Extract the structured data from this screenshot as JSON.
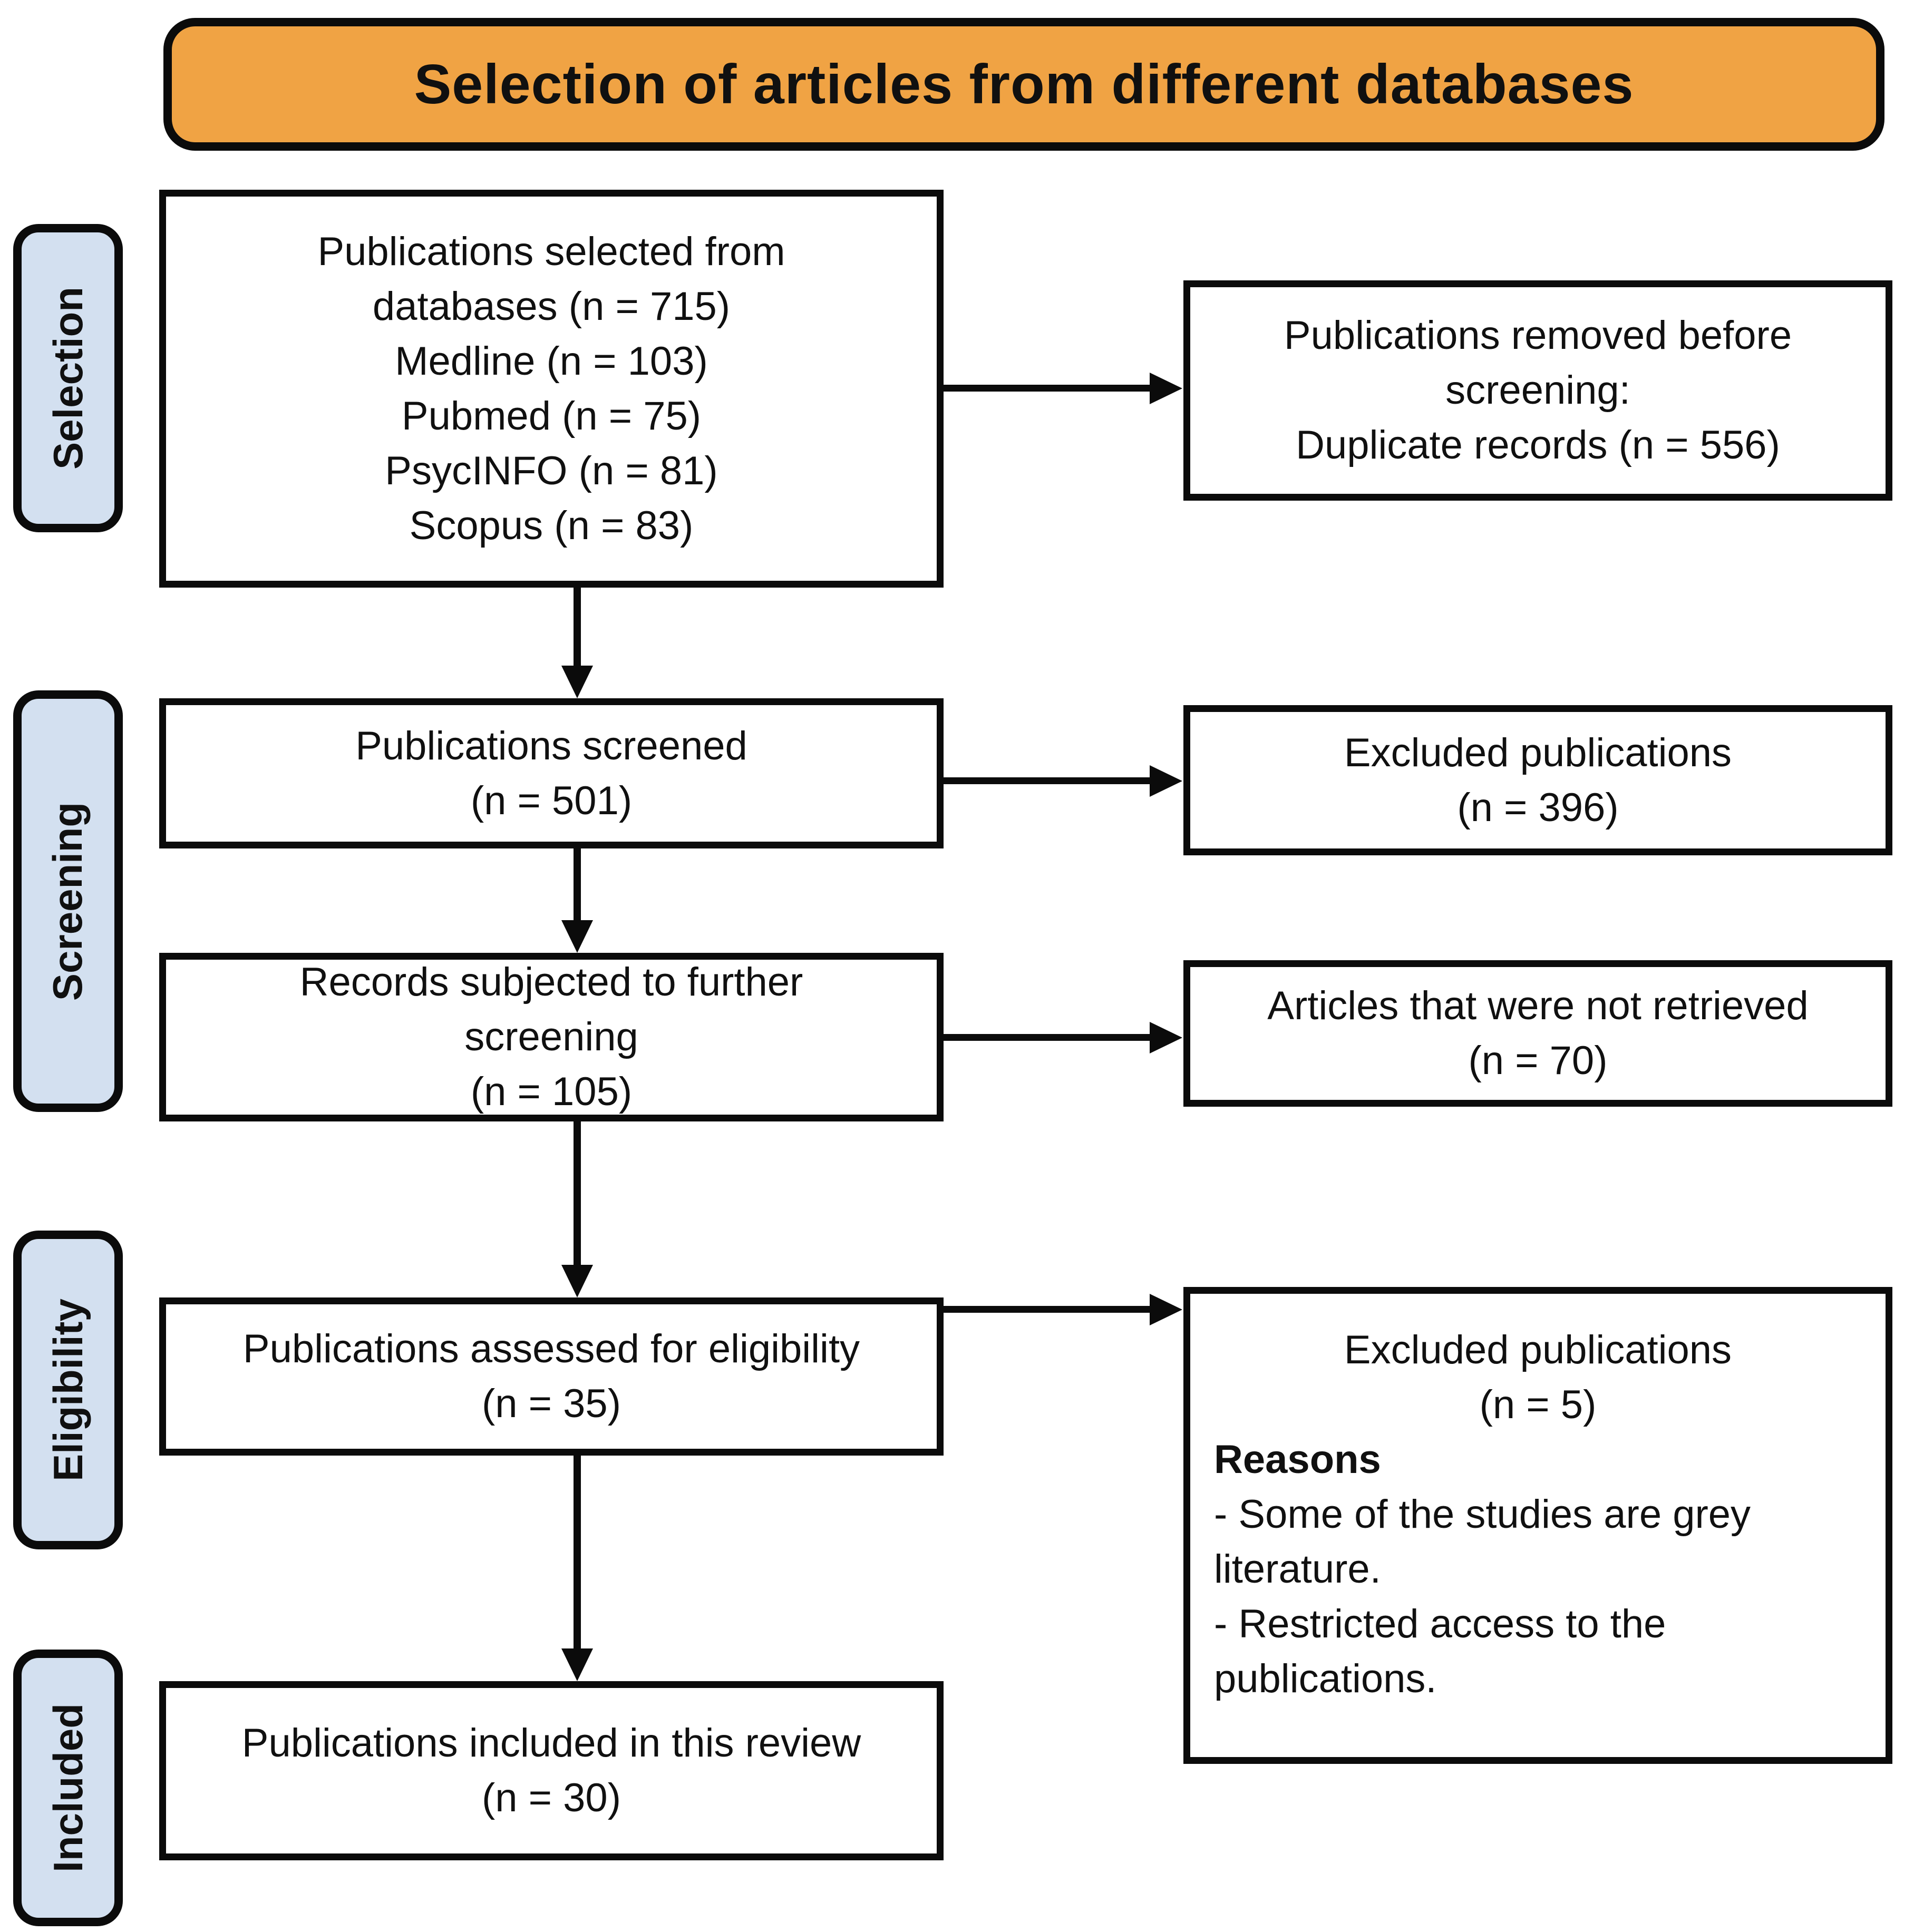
{
  "banner": {
    "title": "Selection of articles from different databases"
  },
  "sidebar": {
    "items": [
      {
        "label": "Selection"
      },
      {
        "label": "Screening"
      },
      {
        "label": "Eligibility"
      },
      {
        "label": "Included"
      }
    ]
  },
  "boxes": {
    "selected": {
      "lines": [
        "Publications selected from",
        "databases (n = 715)",
        "Medline (n = 103)",
        "Pubmed (n = 75)",
        "PsycINFO (n = 81)",
        "Scopus (n = 83)"
      ]
    },
    "removed": {
      "lines": [
        "Publications removed before",
        "screening:",
        "Duplicate records (n = 556)"
      ]
    },
    "screened": {
      "lines": [
        "Publications screened",
        "(n = 501)"
      ]
    },
    "excluded_screening": {
      "lines": [
        "Excluded publications",
        "(n = 396)"
      ]
    },
    "further_screening": {
      "lines": [
        "Records subjected to further",
        "screening",
        "(n = 105)"
      ]
    },
    "not_retrieved": {
      "lines": [
        "Articles that were not retrieved",
        "(n = 70)"
      ]
    },
    "assessed": {
      "lines": [
        "Publications assessed for eligibility",
        "(n = 35)"
      ]
    },
    "excluded_eligibility": {
      "lines": [
        "Excluded publications",
        "(n = 5)"
      ],
      "reasons_heading": "Reasons",
      "reasons": [
        "- Some of the studies are grey literature.",
        "- Restricted access to the publications."
      ]
    },
    "included": {
      "lines": [
        "Publications included in this review",
        "(n = 30)"
      ]
    }
  },
  "colors": {
    "banner": "#F0A344",
    "stage": "#D3E0F0",
    "border": "#0B0B0B",
    "box_bg": "#FFFFFF",
    "text": "#101010"
  }
}
